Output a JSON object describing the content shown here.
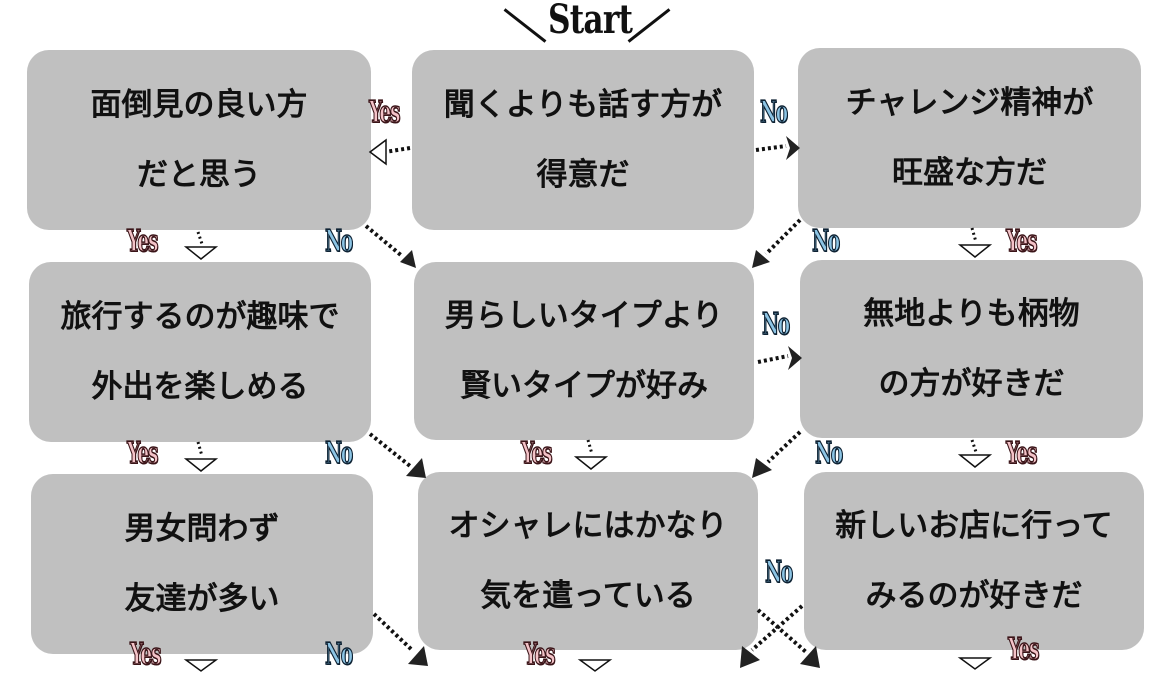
{
  "title": "Start",
  "colors": {
    "box_fill": "#c0c0c0",
    "yes_fill": "#f4c3c8",
    "no_fill": "#8cc4e4",
    "text": "#111111"
  },
  "questions": [
    {
      "id": "q1",
      "lines": [
        "面倒見の良い方",
        "だと思う"
      ]
    },
    {
      "id": "q2",
      "lines": [
        "聞くよりも話す方が",
        "得意だ"
      ]
    },
    {
      "id": "q3",
      "lines": [
        "チャレンジ精神が",
        "旺盛な方だ"
      ]
    },
    {
      "id": "q4",
      "lines": [
        "旅行するのが趣味で",
        "外出を楽しめる"
      ]
    },
    {
      "id": "q5",
      "lines": [
        "男らしいタイプより",
        "賢いタイプが好み"
      ]
    },
    {
      "id": "q6",
      "lines": [
        "無地よりも柄物",
        "の方が好きだ"
      ]
    },
    {
      "id": "q7",
      "lines": [
        "男女問わず",
        "友達が多い"
      ]
    },
    {
      "id": "q8",
      "lines": [
        "オシャレにはかなり",
        "気を遣っている"
      ]
    },
    {
      "id": "q9",
      "lines": [
        "新しいお店に行って",
        "みるのが好きだ"
      ]
    }
  ],
  "labels": {
    "yes": "Yes",
    "no": "No"
  },
  "connections": [
    {
      "from": "q2",
      "to": "q1",
      "answer": "Yes"
    },
    {
      "from": "q2",
      "to": "q3",
      "answer": "No"
    },
    {
      "from": "q1",
      "to": "q4",
      "answer": "Yes"
    },
    {
      "from": "q1",
      "to": "q5",
      "answer": "No"
    },
    {
      "from": "q3",
      "to": "q5",
      "answer": "No"
    },
    {
      "from": "q3",
      "to": "q6",
      "answer": "Yes"
    },
    {
      "from": "q5",
      "to": "q6",
      "answer": "No"
    },
    {
      "from": "q4",
      "to": "q7",
      "answer": "Yes"
    },
    {
      "from": "q4",
      "to": "q8",
      "answer": "No"
    },
    {
      "from": "q5",
      "to": "q8",
      "answer": "Yes"
    },
    {
      "from": "q6",
      "to": "q8",
      "answer": "No"
    },
    {
      "from": "q6",
      "to": "q9",
      "answer": "Yes"
    },
    {
      "from": "q9",
      "to": "result",
      "answer": "No"
    },
    {
      "from": "q7",
      "to": "result",
      "answer": "Yes"
    },
    {
      "from": "q7",
      "to": "result",
      "answer": "No"
    },
    {
      "from": "q8",
      "to": "result",
      "answer": "Yes"
    },
    {
      "from": "q9",
      "to": "result",
      "answer": "Yes"
    }
  ]
}
